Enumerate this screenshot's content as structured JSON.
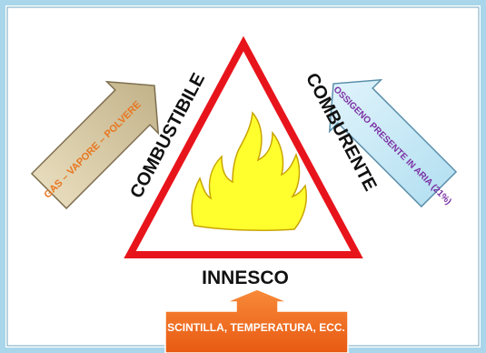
{
  "fire_triangle": {
    "side_left": "COMBUSTIBILE",
    "side_right": "COMBURENTE",
    "base": "INNESCO"
  },
  "inputs": {
    "fuel": "GAS – VAPORE – POLVERE",
    "oxidizer": "OSSIGENO PRESENTE IN ARIA (21%)",
    "ignition": "SCINTILLA, TEMPERATURA, ECC."
  },
  "colors": {
    "triangle_border": "#e8141c",
    "flame_fill": "#ffff2e",
    "flame_stroke": "#c9a400",
    "fuel_arrow": "#d5c79f",
    "fuel_text": "#e9761f",
    "oxidizer_arrow": "#c7e9f6",
    "oxidizer_text": "#7a2ea3",
    "ignition_arrow": "#f26a1d",
    "ignition_text": "#ffffff",
    "frame_border": "#9fd0e4"
  }
}
